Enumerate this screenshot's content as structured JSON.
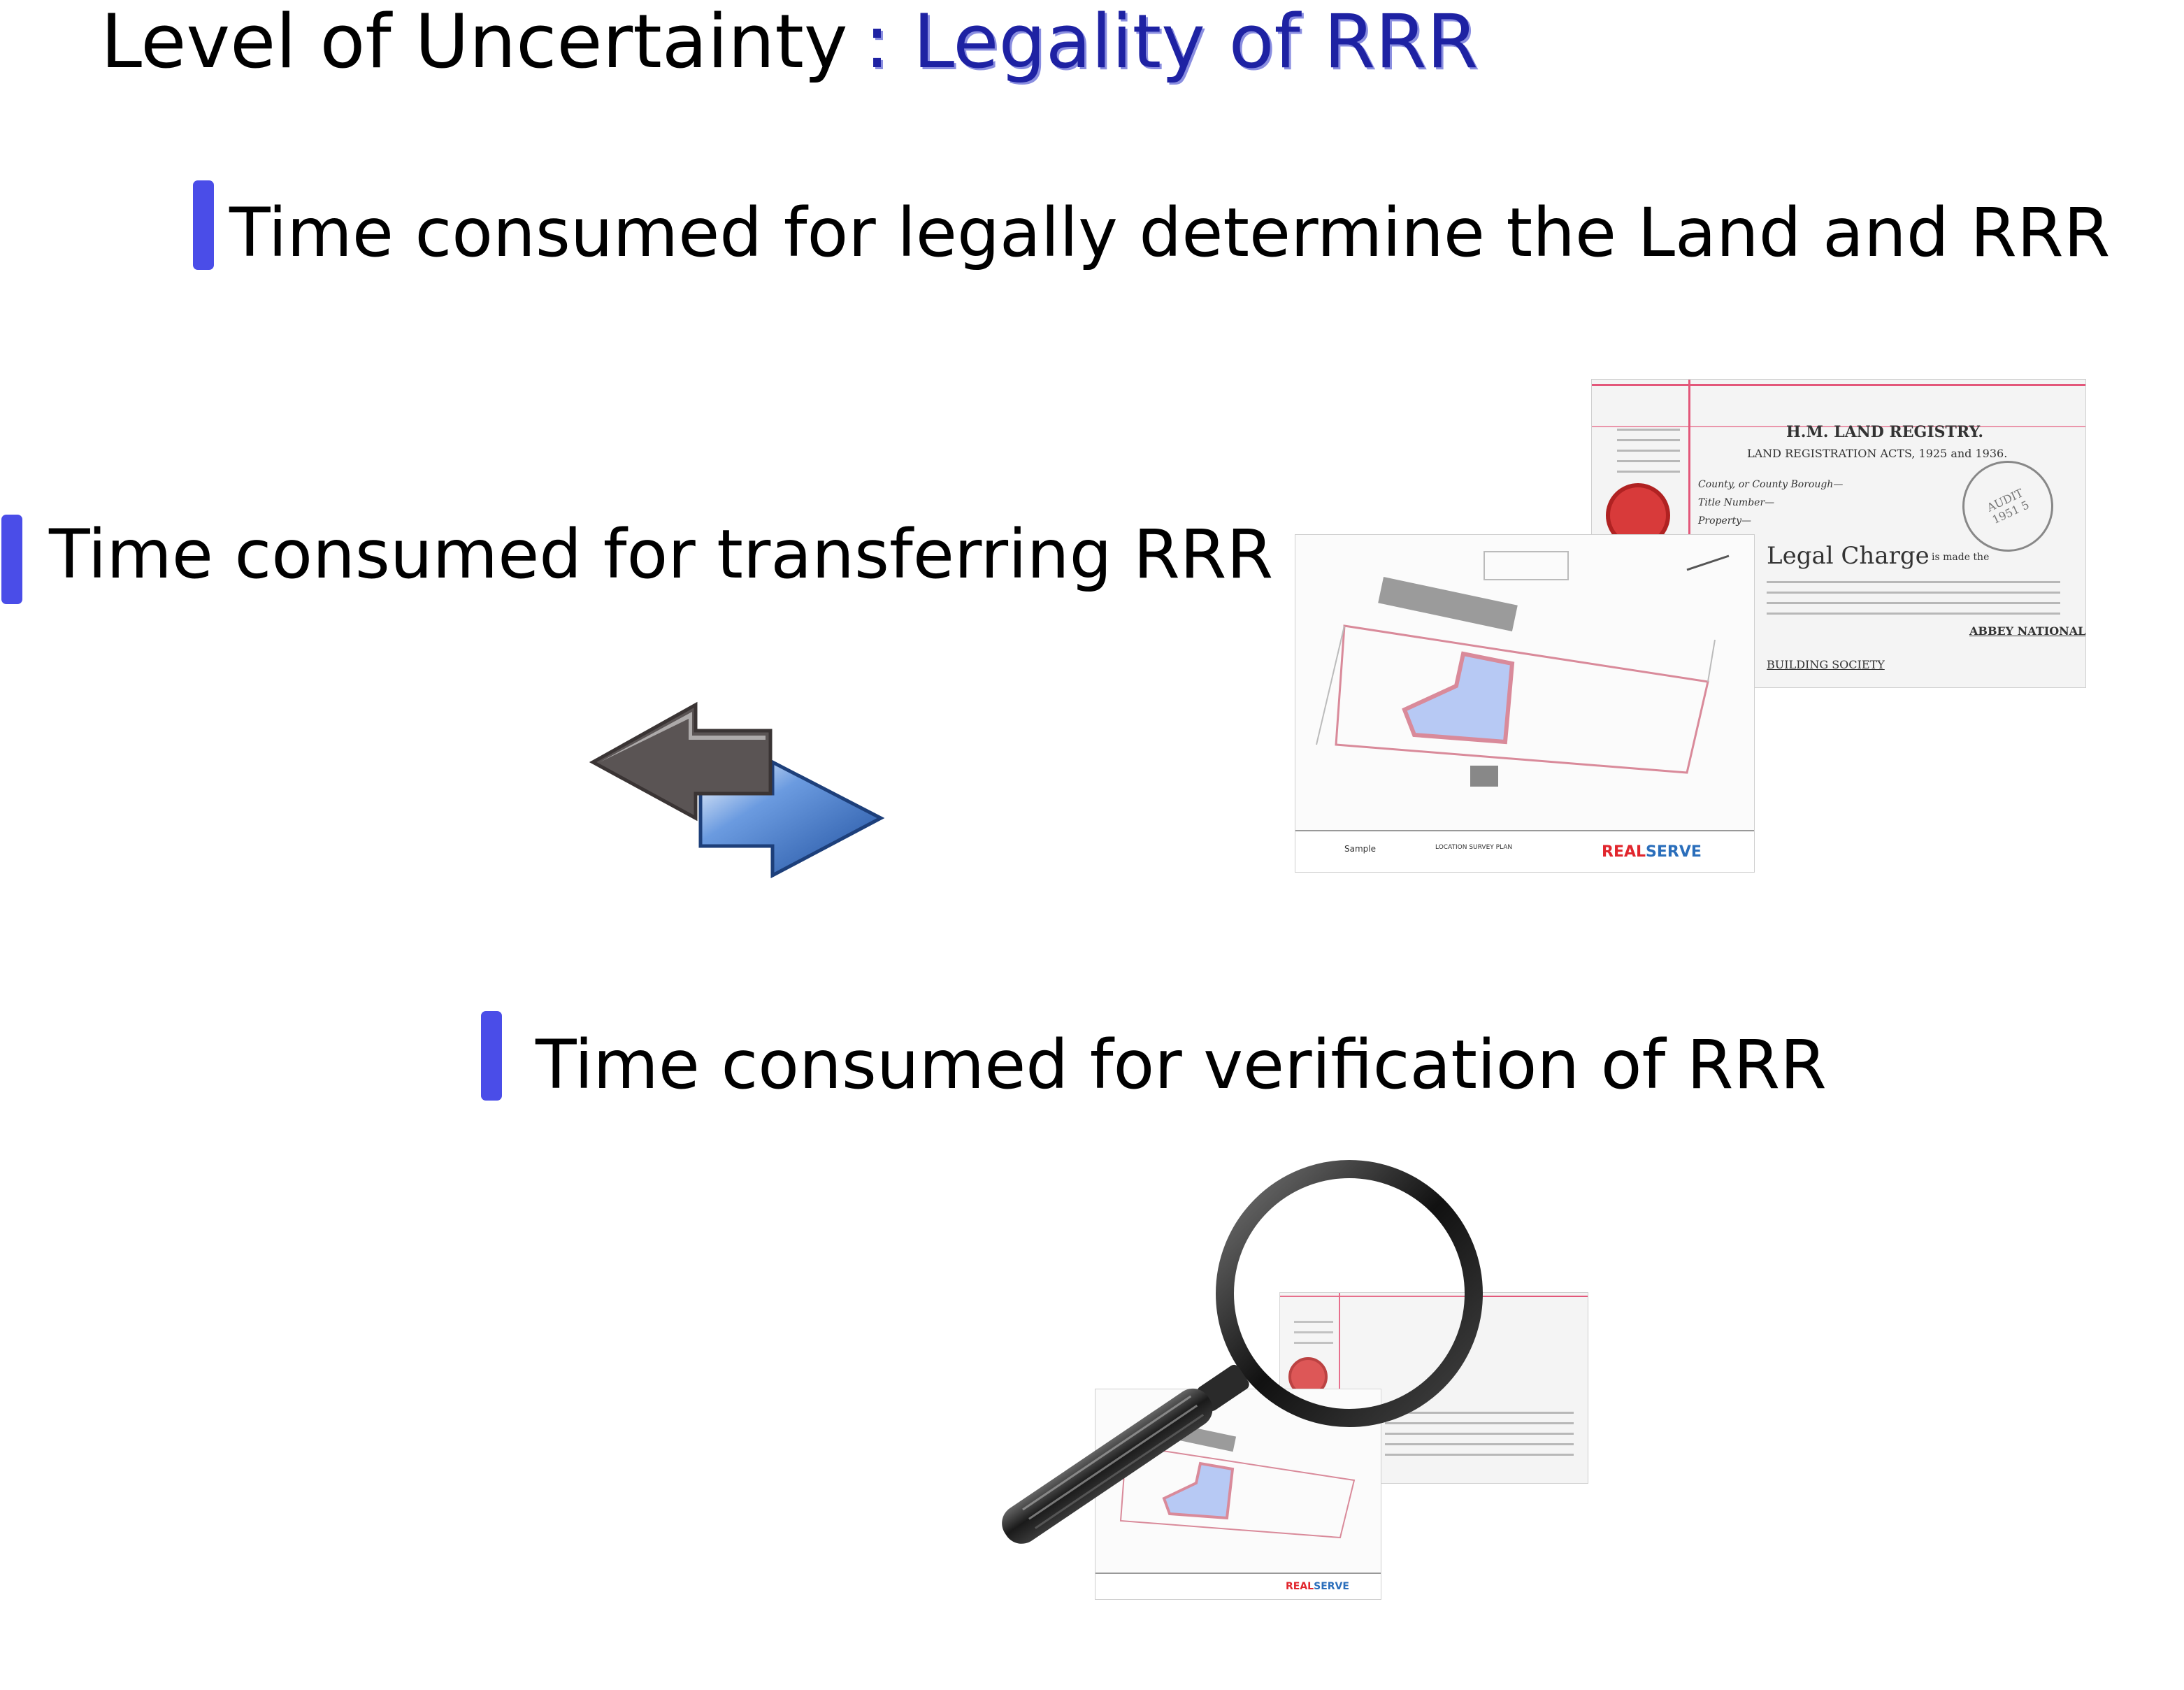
{
  "title": {
    "main": "Level of Uncertainty",
    "subtitle": ": Legality of RRR"
  },
  "bullets": [
    {
      "text": "Time consumed for legally determine the Land and RRR"
    },
    {
      "text": "Time consumed for  transferring RRR"
    },
    {
      "text": "Time consumed for  verification of RRR"
    }
  ],
  "images": {
    "deed": {
      "heading": "H.M.  LAND  REGISTRY.",
      "acts": "LAND REGISTRATION ACTS, 1925 and 1936.",
      "county": "County, or County Borough—",
      "title_number": "Title Number—",
      "property": "Property—",
      "legal_charge": "Legal Charge",
      "made_the": "is made the",
      "stamp": "AUDIT 1951 5",
      "society": "ABBEY NATIONAL",
      "building_society": "BUILDING SOCIETY"
    },
    "survey": {
      "brand_real": "REAL",
      "brand_serve": "SERVE",
      "sample": "Sample",
      "plan_title": "LOCATION SURVEY PLAN"
    }
  },
  "colors": {
    "bullet_bar": "#4a4de8",
    "subtitle": "#1e22a3",
    "arrow_left": "#5a5454",
    "arrow_right": "#2d63b0",
    "deed_margin_line": "#e3577a"
  },
  "icons": [
    "exchange-arrows-icon",
    "magnifying-glass-icon"
  ]
}
